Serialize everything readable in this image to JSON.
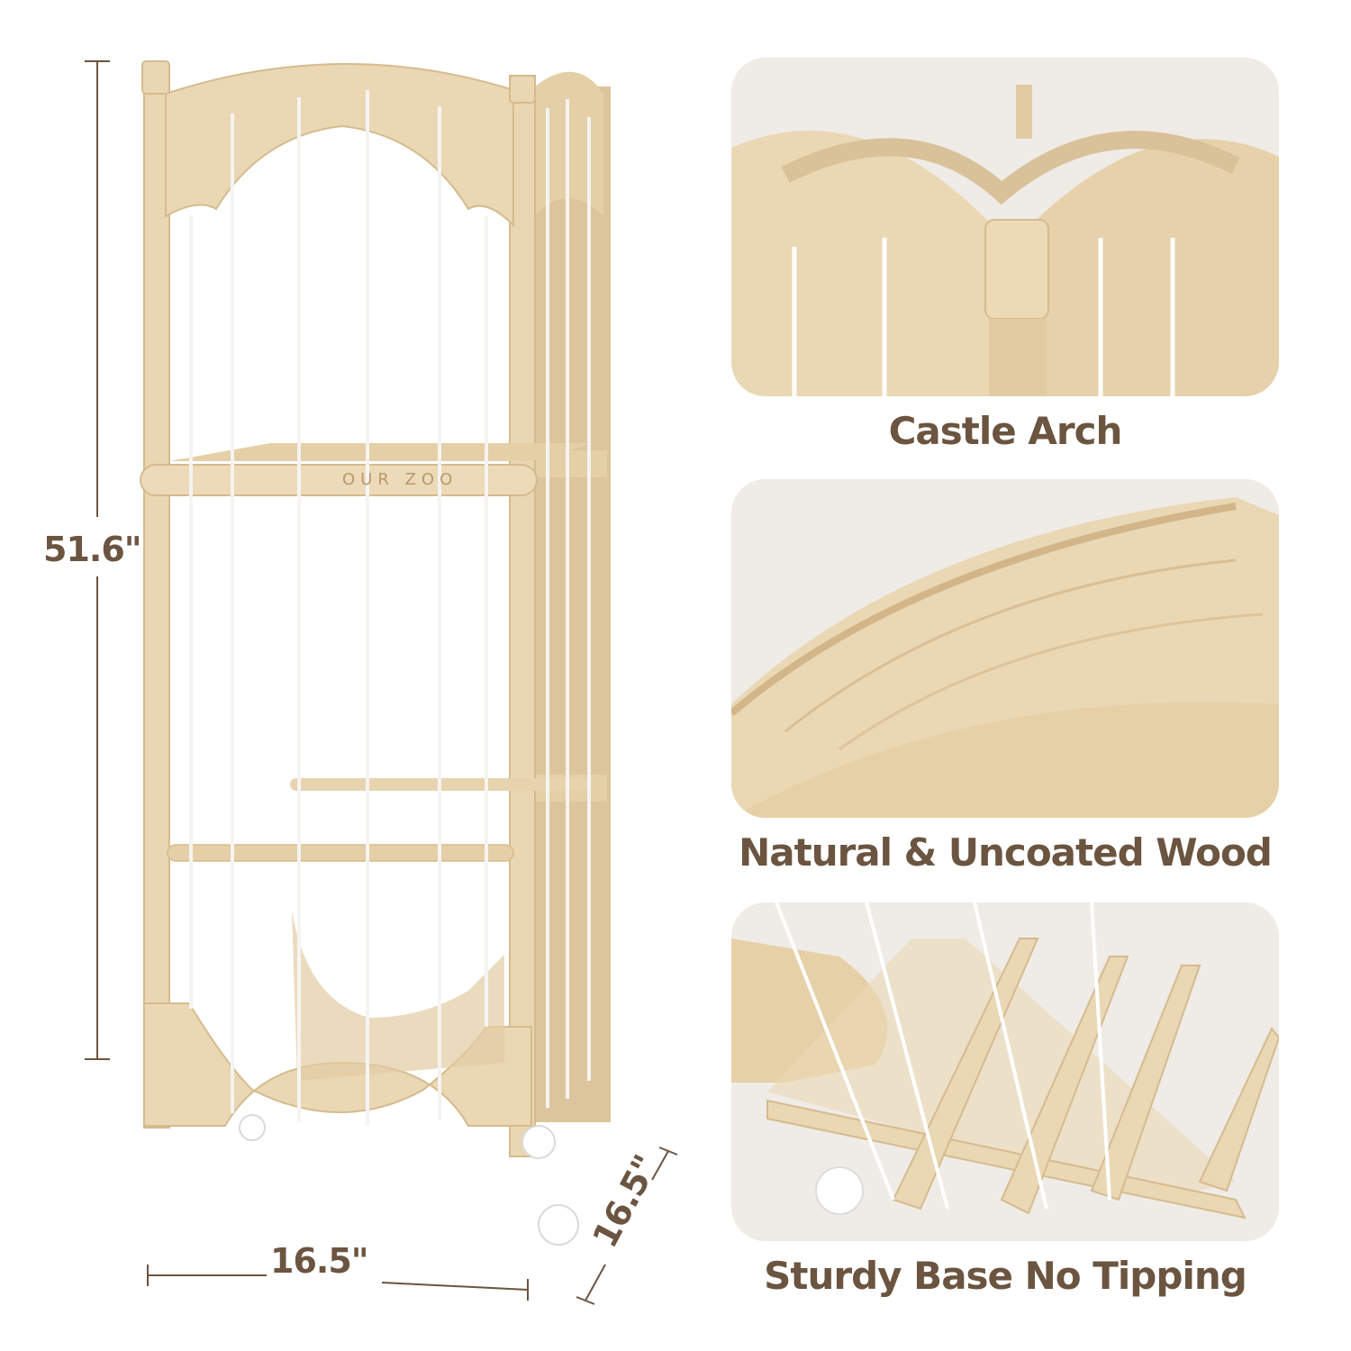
{
  "dimensions": {
    "height": "51.6\"",
    "width": "16.5\"",
    "depth": "16.5\""
  },
  "brand": "OUR ZOO",
  "features": [
    {
      "caption": "Castle Arch"
    },
    {
      "caption": "Natural & Uncoated Wood"
    },
    {
      "caption": "Sturdy Base No Tipping"
    }
  ],
  "colors": {
    "text": "#6b5440",
    "wood": "#e9d6b2",
    "wood_dark": "#d5bb8f",
    "panel_bg": "#f1ede8"
  }
}
